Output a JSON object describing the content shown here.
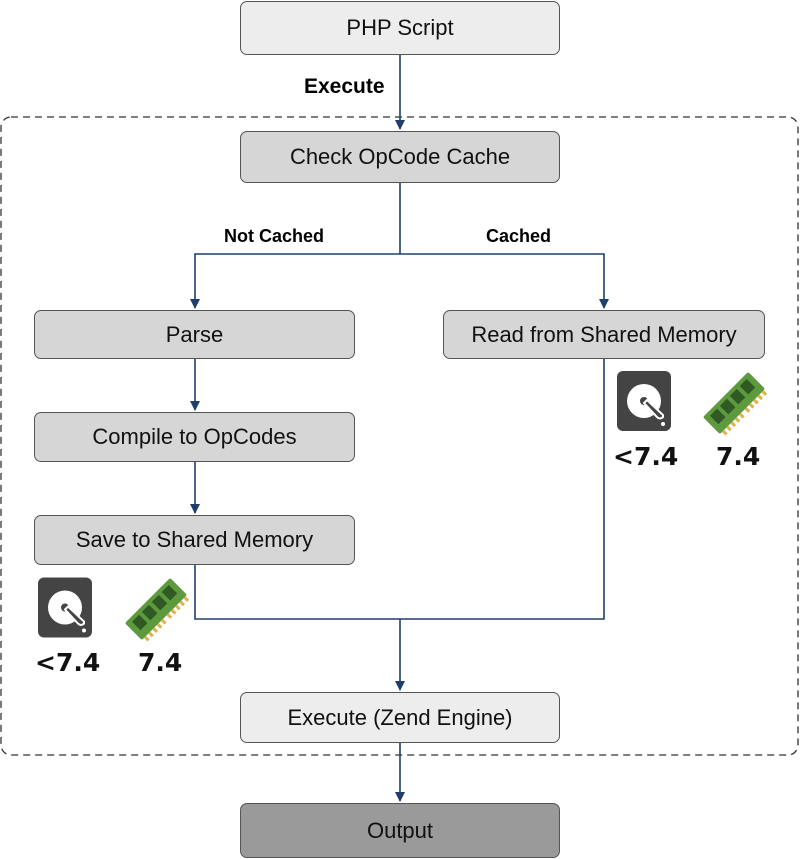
{
  "nodes": {
    "php_script": "PHP Script",
    "check_cache": "Check OpCode Cache",
    "parse": "Parse",
    "compile": "Compile to OpCodes",
    "save": "Save to Shared Memory",
    "read": "Read from Shared Memory",
    "execute_zend": "Execute (Zend Engine)",
    "output": "Output"
  },
  "edges": {
    "execute": "Execute",
    "not_cached": "Not Cached",
    "cached": "Cached"
  },
  "storage_labels": {
    "disk_version": "<7.4",
    "memory_version": "7.4"
  },
  "icons": [
    "hard-disk-icon",
    "memory-module-icon"
  ],
  "colors": {
    "light_box": "#ededed",
    "mid_box": "#d6d6d6",
    "output_box": "#9a9a9a",
    "arrow": "#1f3f6b",
    "disk": "#444444",
    "ram_board": "#5d9a3d",
    "ram_chip": "#2f5a24",
    "ram_pins": "#e0b04a"
  }
}
